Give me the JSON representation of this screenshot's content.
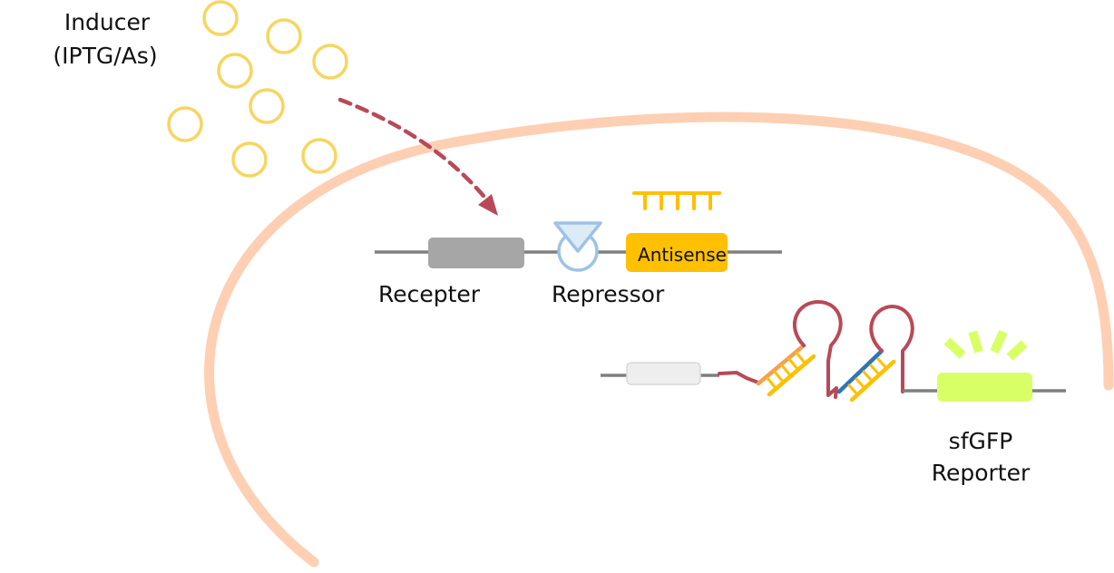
{
  "labels": {
    "inducer_line1": "Inducer",
    "inducer_line2": "(IPTG/As)",
    "recepter": "Recepter",
    "repressor": "Repressor",
    "antisense": "Antisense",
    "reporter_line1": "sfGFP",
    "reporter_line2": "Reporter"
  },
  "colors": {
    "membrane": "#ffcfb3",
    "inducer_circle": "#f7d560",
    "arrow": "#b84a57",
    "dna_line": "#7f7f7f",
    "recepter_box": "#a6a6a6",
    "repressor": "#9dc3e6",
    "repressor_fill": "#ddebf7",
    "antisense_box": "#ffc000",
    "rna_hairpin": "#b84a57",
    "rna_pair_yellow": "#ffc000",
    "rna_pair_orange": "#f4a04f",
    "rna_pair_blue": "#2e75b6",
    "promoter_box": "#eeeeee",
    "gfp_box": "#d9ff66"
  }
}
